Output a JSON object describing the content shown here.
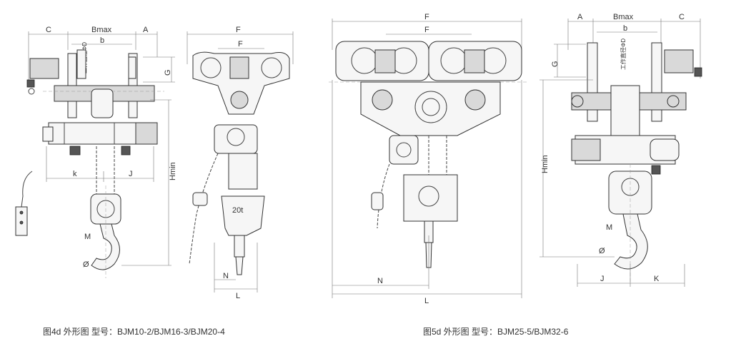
{
  "figure_left": {
    "caption": "图4d 外形图   型号：BJM10-2/BJM16-3/BJM20-4",
    "dims": {
      "C": "C",
      "Bmax": "Bmax",
      "A": "A",
      "b": "b",
      "D": "工作直径ΦD",
      "G": "G",
      "Hmin": "Hmin",
      "k": "k",
      "J": "J",
      "M": "M",
      "phi": "Ø",
      "F": "F",
      "F2": "F",
      "N": "N",
      "L": "L",
      "load": "20t"
    }
  },
  "figure_right": {
    "caption": "图5d 外形图   型号：BJM25-5/BJM32-6",
    "dims": {
      "F": "F",
      "F2": "F",
      "N": "N",
      "L": "L",
      "A": "A",
      "Bmax": "Bmax",
      "C": "C",
      "b": "b",
      "G": "G",
      "D": "工作直径ΦD",
      "Hmin": "Hmin",
      "M": "M",
      "phi": "Ø",
      "J": "J",
      "K": "K"
    }
  }
}
